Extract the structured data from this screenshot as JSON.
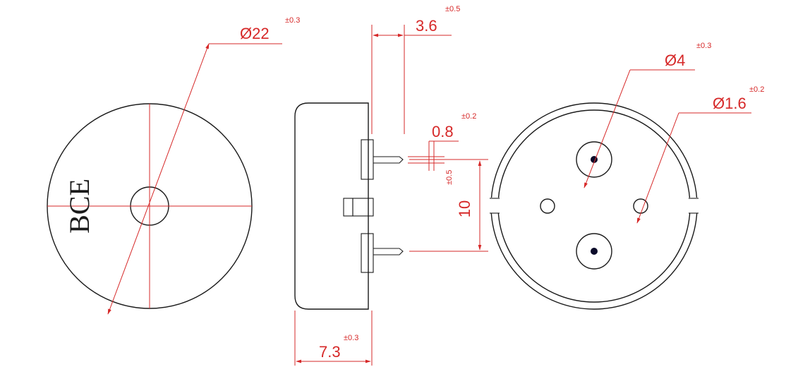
{
  "drawing": {
    "brand": "BCE",
    "colors": {
      "line": "#1a1a1a",
      "dimension": "#d62828",
      "background": "#ffffff"
    },
    "dimensions": {
      "body_diameter": {
        "value": "Ø22",
        "tolerance": "±0.3"
      },
      "pin_length": {
        "value": "3.6",
        "tolerance": "±0.5"
      },
      "pin_diameter": {
        "value": "0.8",
        "tolerance": "±0.2"
      },
      "pin_offset_tolerance": "±0.5",
      "pin_spacing": {
        "value": "10"
      },
      "body_height": {
        "value": "7.3",
        "tolerance": "±0.3"
      },
      "pad_diameter": {
        "value": "Ø4",
        "tolerance": "±0.3"
      },
      "hole_diameter": {
        "value": "Ø1.6",
        "tolerance": "±0.2"
      }
    }
  }
}
